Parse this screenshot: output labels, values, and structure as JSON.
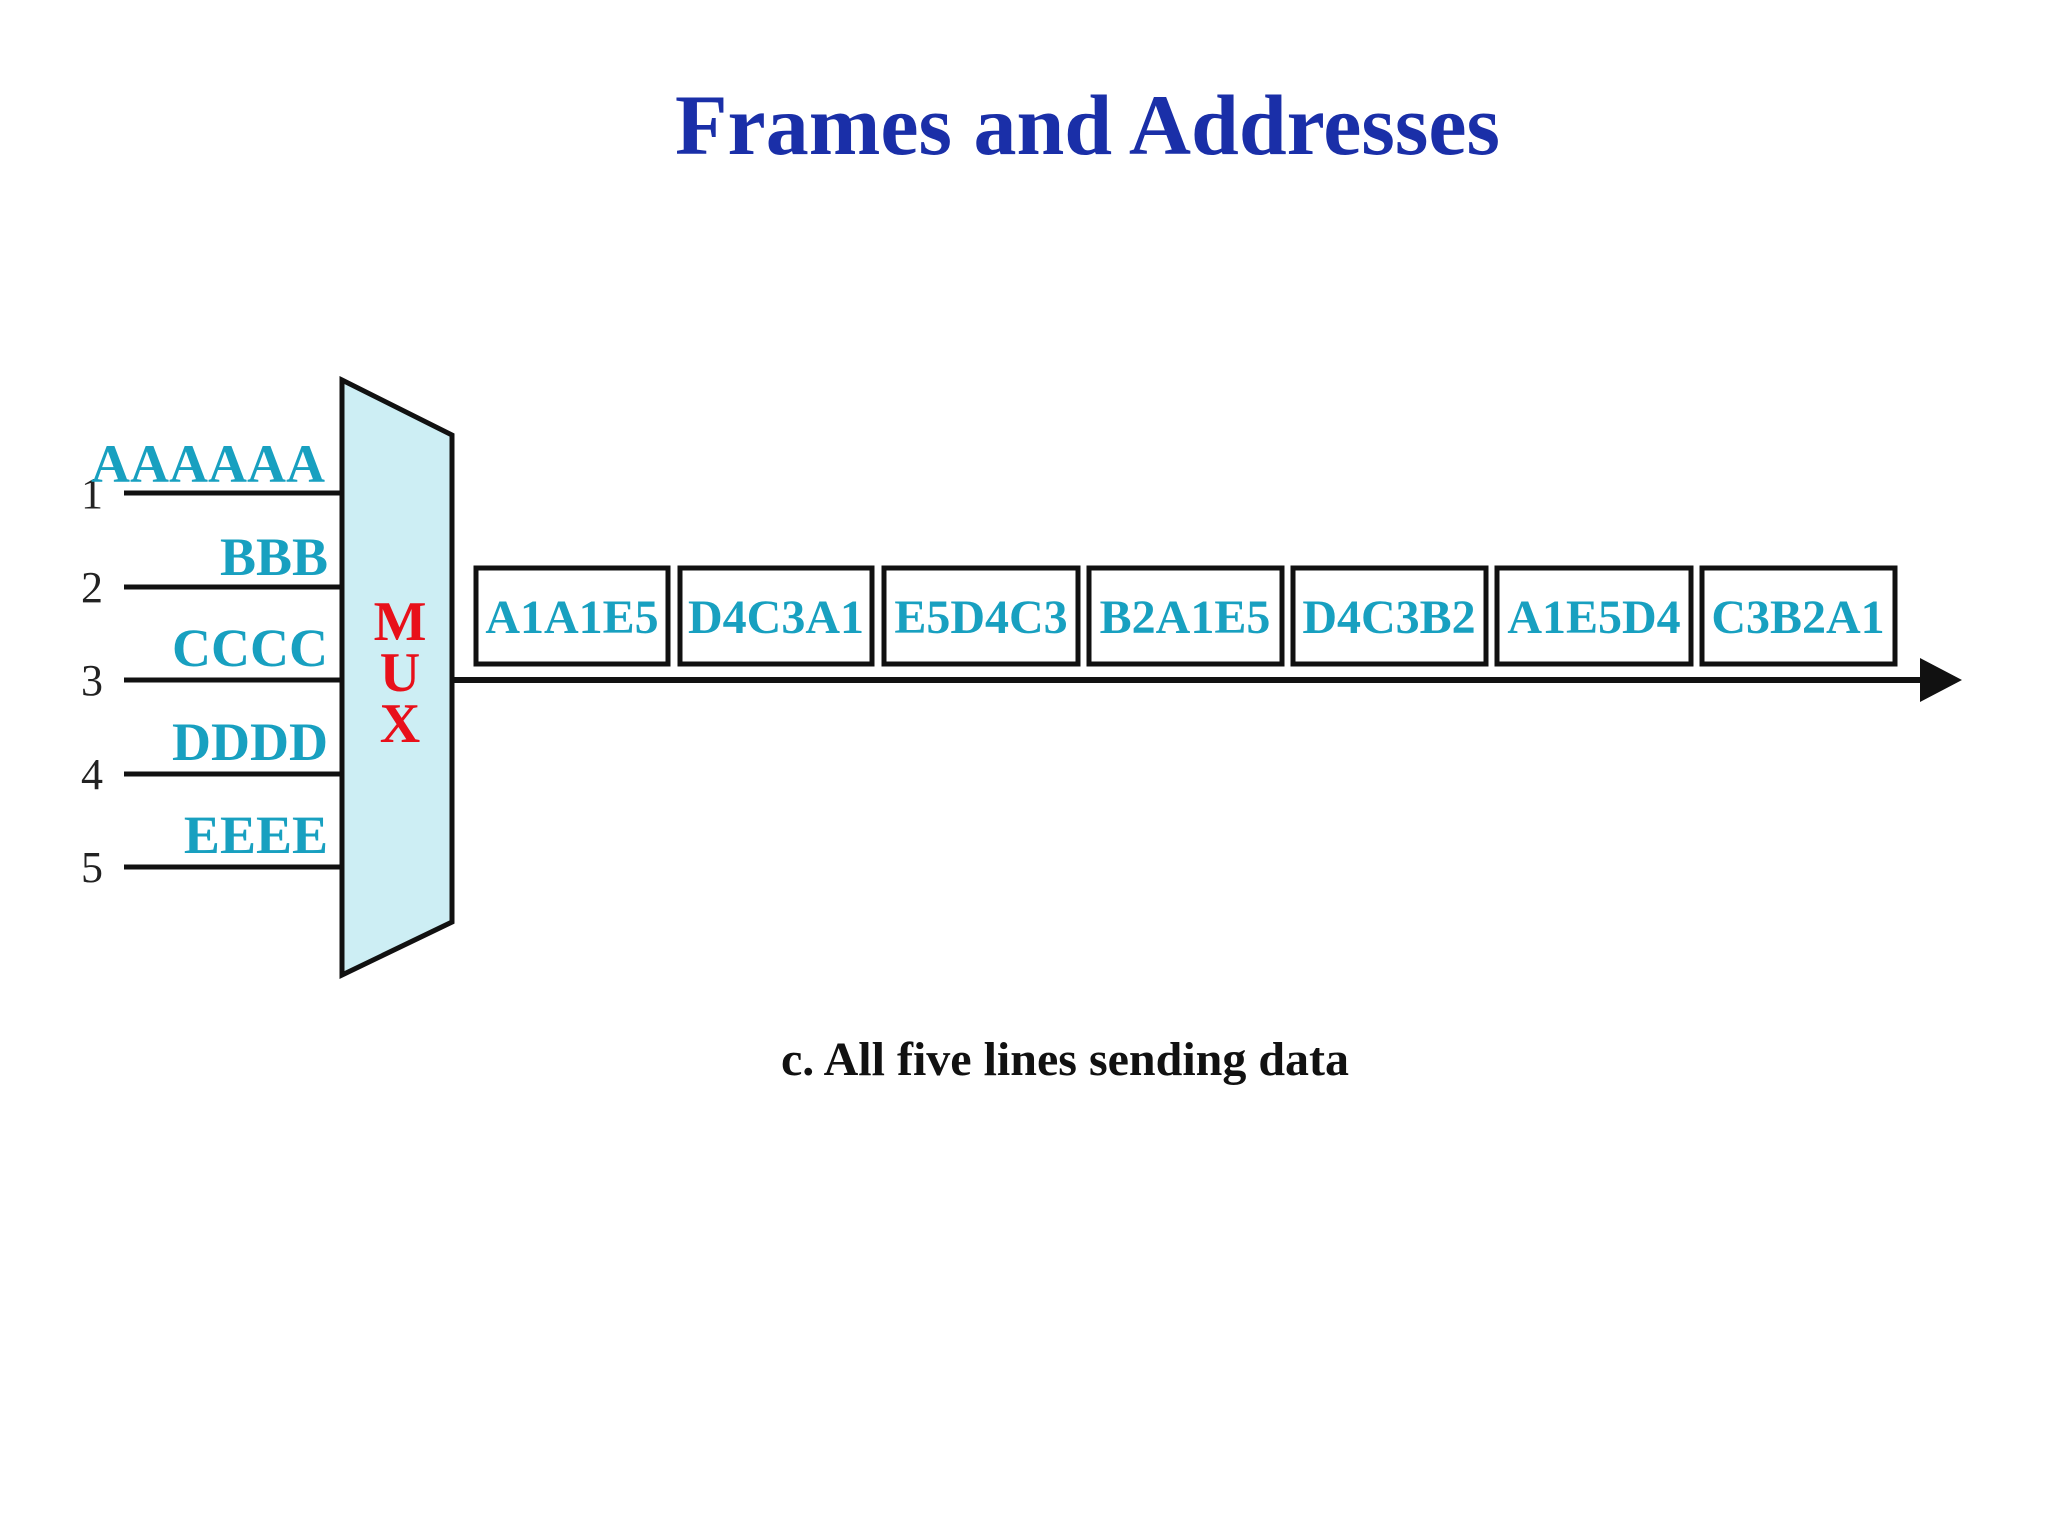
{
  "title": "Frames and Addresses",
  "caption": "c. All five lines sending data",
  "mux": {
    "letters": [
      "M",
      "U",
      "X"
    ]
  },
  "input_lines": [
    {
      "number": "1",
      "data": "AAAAAA"
    },
    {
      "number": "2",
      "data": "BBB"
    },
    {
      "number": "3",
      "data": "CCCC"
    },
    {
      "number": "4",
      "data": "DDDD"
    },
    {
      "number": "5",
      "data": "EEEE"
    }
  ],
  "frames": [
    "A1A1E5",
    "D4C3A1",
    "E5D4C3",
    "B2A1E5",
    "D4C3B2",
    "A1E5D4",
    "C3B2A1"
  ],
  "colors": {
    "title": "#1a2fa8",
    "line_data": "#18a0c0",
    "mux_fill": "#cdeef4",
    "mux_label": "#e8101a"
  }
}
